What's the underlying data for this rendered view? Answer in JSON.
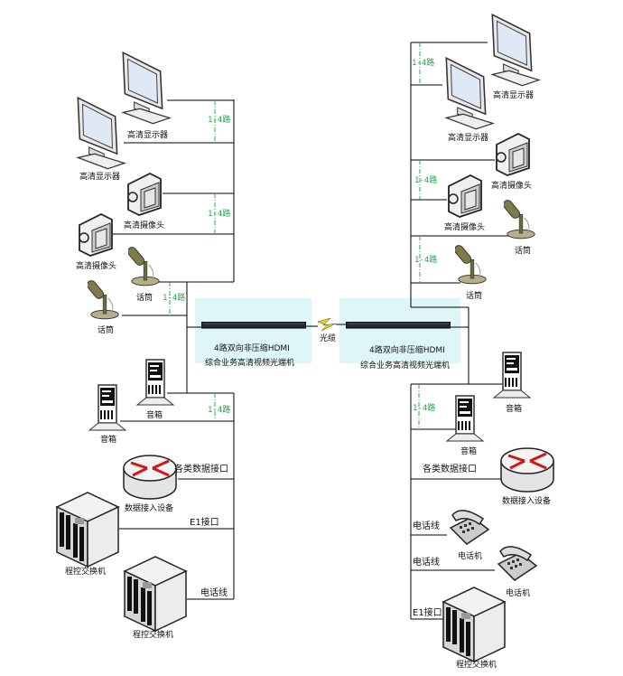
{
  "colors": {
    "line": "#000000",
    "channel": "#2aa84a",
    "device_box": "#dff6f8",
    "fiber_bolt": "#e8d800"
  },
  "device": {
    "line1": "4路双向非压缩HDMI",
    "line2": "综合业务高清视频光端机"
  },
  "fiber": "光缆",
  "line_labels": {
    "channels": "1-4路",
    "data_interface": "各类数据接口",
    "e1": "E1接口",
    "phone_line": "电话线"
  },
  "nodes": {
    "monitor": "高清显示器",
    "camera": "高清摄像头",
    "mic": "话筒",
    "speaker": "音箱",
    "router": "数据接入设备",
    "switch": "程控交换机",
    "phone": "电话机"
  }
}
